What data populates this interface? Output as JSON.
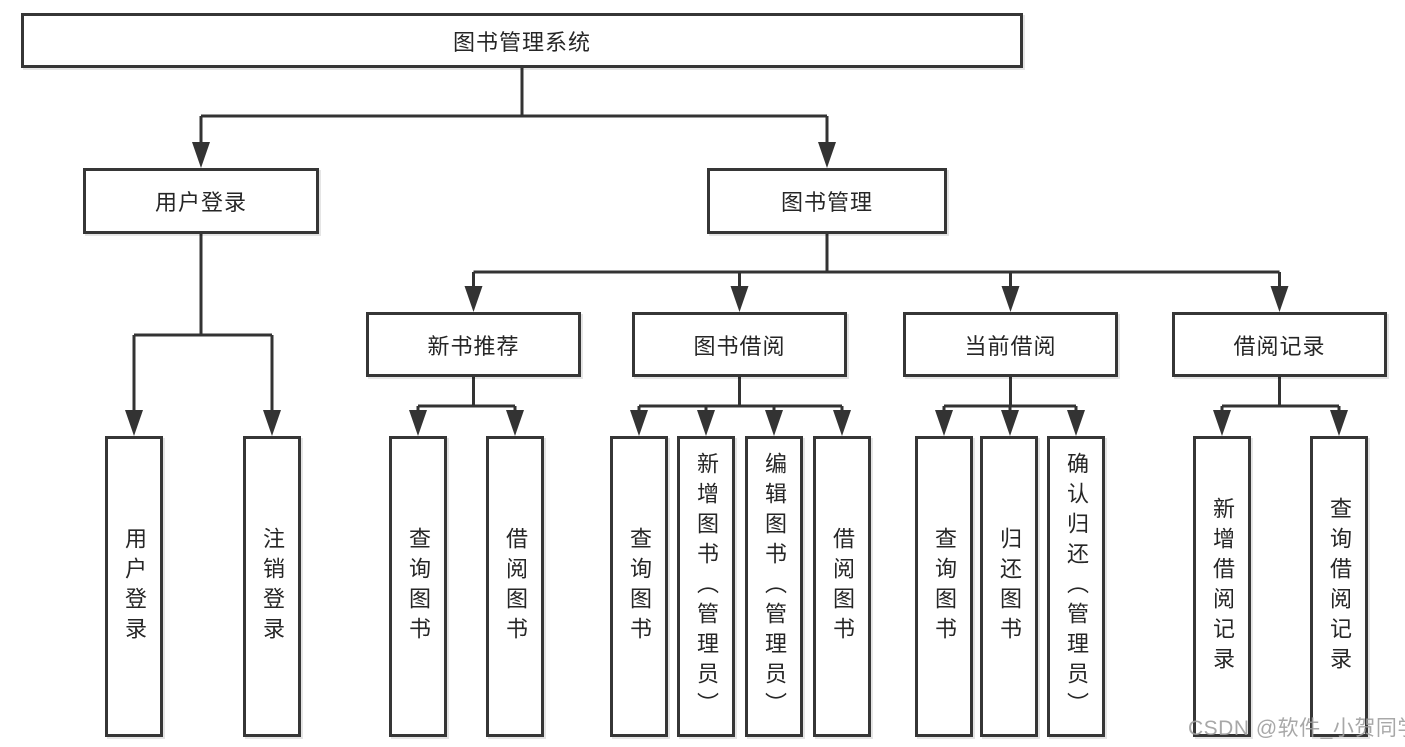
{
  "title": "图书管理系统",
  "level1": {
    "user_login": "用户登录",
    "book_mgmt": "图书管理"
  },
  "level2": {
    "new_books": "新书推荐",
    "book_borrow": "图书借阅",
    "current_borrow": "当前借阅",
    "borrow_records": "借阅记录"
  },
  "level3": {
    "user_login_login": "用户登录",
    "user_login_logout": "注销登录",
    "new_books_query": "查询图书",
    "new_books_borrow": "借阅图书",
    "book_borrow_query": "查询图书",
    "book_borrow_add": "新增图书（管理员）",
    "book_borrow_edit": "编辑图书（管理员）",
    "book_borrow_borrow": "借阅图书",
    "current_borrow_query": "查询图书",
    "current_borrow_return": "归还图书",
    "current_borrow_confirm": "确认归还（管理员）",
    "borrow_records_add": "新增借阅记录",
    "borrow_records_query": "查询借阅记录"
  },
  "watermark": "CSDN @软件_小贺同学",
  "colors": {
    "line": "#333333",
    "border": "#363636",
    "text": "#262626",
    "watermark": "#9f9f9f",
    "background": "#ffffff"
  }
}
